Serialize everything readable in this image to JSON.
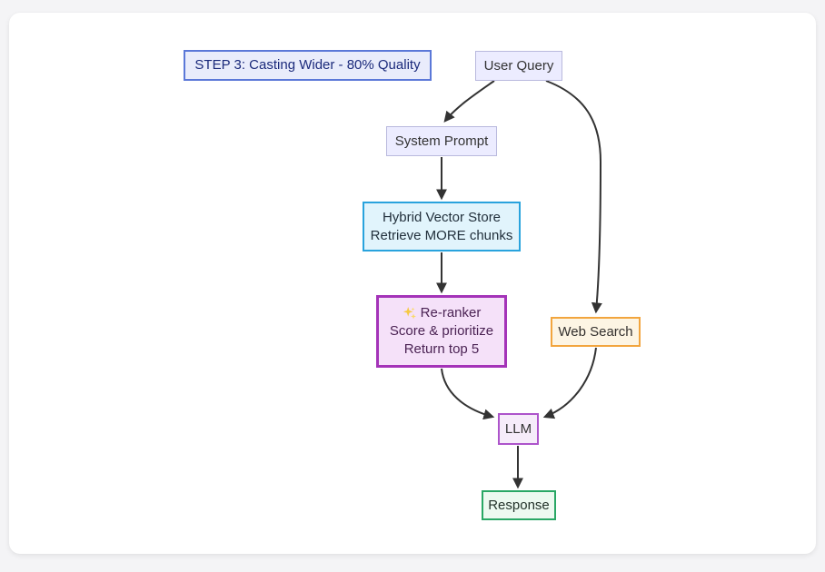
{
  "diagram": {
    "title_box": {
      "label": "STEP 3: Casting Wider - 80% Quality",
      "fill_color": "#e9ecfb",
      "border_color": "#5b78d8",
      "text_color": "#1b2a7b"
    },
    "nodes": {
      "user_query": {
        "label": "User Query",
        "fill_color": "#ececff",
        "border_color": "#b9b9dd"
      },
      "system_prompt": {
        "label": "System Prompt",
        "fill_color": "#ececff",
        "border_color": "#b9b9dd"
      },
      "vector_store": {
        "line1": "Hybrid Vector Store",
        "line2": "Retrieve MORE chunks",
        "fill_color": "#e1f4fc",
        "border_color": "#29a3dd"
      },
      "reranker": {
        "icon": "sparkles-icon",
        "line1": "Re-ranker",
        "line2": "Score & prioritize",
        "line3": "Return top 5",
        "fill_color": "#f5e1f9",
        "border_color": "#a433b8",
        "text_color": "#4b2354"
      },
      "web_search": {
        "label": "Web Search",
        "fill_color": "#fdf5e4",
        "border_color": "#f2a53e"
      },
      "llm": {
        "label": "LLM",
        "fill_color": "#f6ecfa",
        "border_color": "#ad54cb"
      },
      "response": {
        "label": "Response",
        "fill_color": "#ecf9f0",
        "border_color": "#29a765"
      }
    },
    "edges": [
      {
        "from": "user_query",
        "to": "system_prompt"
      },
      {
        "from": "user_query",
        "to": "web_search"
      },
      {
        "from": "system_prompt",
        "to": "vector_store"
      },
      {
        "from": "vector_store",
        "to": "reranker"
      },
      {
        "from": "reranker",
        "to": "llm"
      },
      {
        "from": "web_search",
        "to": "llm"
      },
      {
        "from": "llm",
        "to": "response"
      }
    ],
    "edge_color": "#333333",
    "sparkle_color": "#f6c945"
  }
}
